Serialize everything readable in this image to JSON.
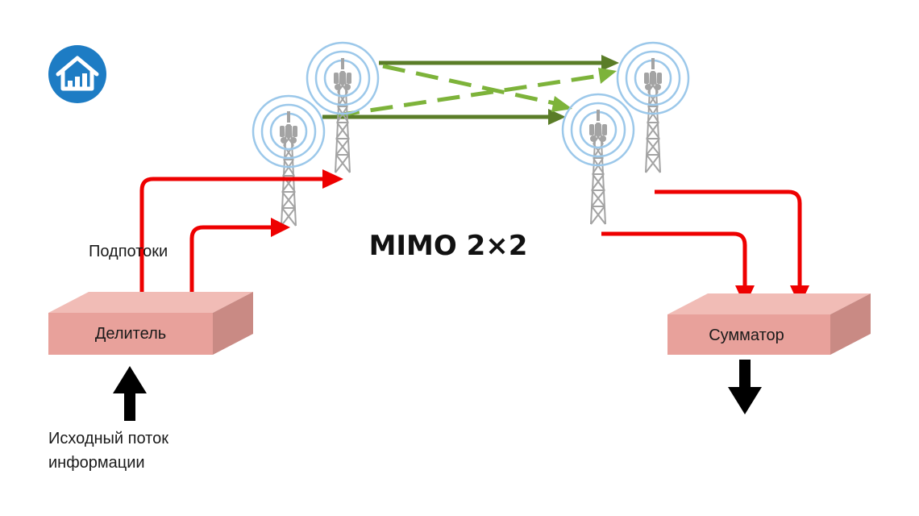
{
  "diagram": {
    "title": "MIMO 2×2",
    "splitter_label": "Делитель",
    "combiner_label": "Сумматор",
    "substreams_label": "Подпотоки",
    "source_label_line1": "Исходный поток",
    "source_label_line2": "информации"
  },
  "colors": {
    "signal_red": "#ee0000",
    "link_dark_green": "#5a7d28",
    "link_light_green": "#7db33a",
    "box_front": "#e8a19b",
    "box_top": "#f1bcb6",
    "box_side": "#c98a84",
    "wave_ring": "#9cc8ea",
    "tower": "#a3a3a3",
    "logo_blue": "#1d7cc4"
  },
  "icons": {
    "logo": "house-chart-icon",
    "tower": "antenna-tower-icon"
  }
}
